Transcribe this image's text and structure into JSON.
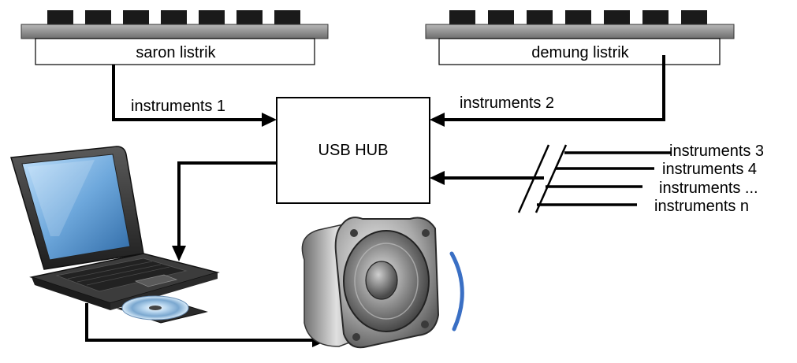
{
  "instruments": {
    "saron": {
      "name": "saron listrik",
      "connection": "instruments 1"
    },
    "demung": {
      "name": "demung listrik",
      "connection": "instruments 2"
    },
    "more": [
      "instruments 3",
      "instruments 4",
      "instruments ...",
      "instruments n"
    ]
  },
  "hub": {
    "label": "USB HUB"
  },
  "devices": {
    "computer": "laptop-icon",
    "output": "speaker-icon"
  },
  "colors": {
    "line": "#000000",
    "key": "#1a1a1a",
    "rail": "#8c8c8c",
    "screen": "#6ea8dc",
    "sound_wave": "#3a6fc4"
  }
}
